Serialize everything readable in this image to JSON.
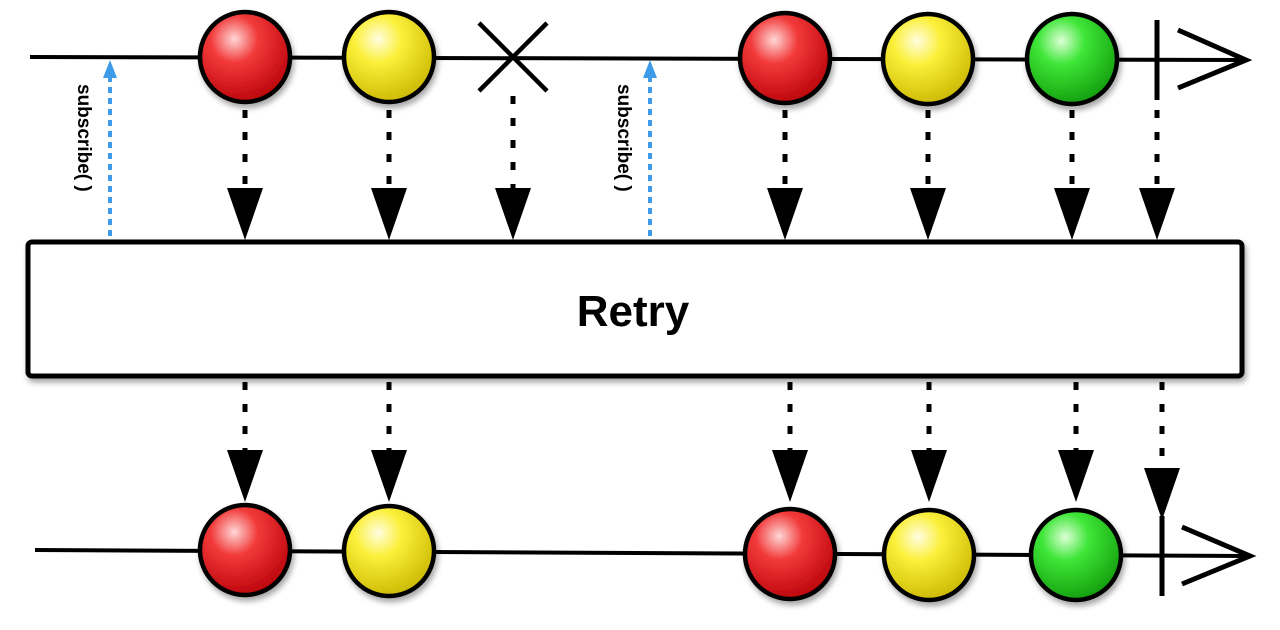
{
  "operator": {
    "label": "Retry"
  },
  "subscribe_label": "subscribe( )",
  "colors": {
    "red": "#e8141b",
    "yellow": "#f5e81e",
    "green": "#27d21f",
    "subscribe_arrow": "#3d9ae8",
    "line": "#000000",
    "box_fill": "#ffffff"
  },
  "source_timeline": {
    "events": [
      {
        "kind": "subscribe"
      },
      {
        "kind": "item",
        "color": "red"
      },
      {
        "kind": "item",
        "color": "yellow"
      },
      {
        "kind": "error"
      },
      {
        "kind": "subscribe"
      },
      {
        "kind": "item",
        "color": "red"
      },
      {
        "kind": "item",
        "color": "yellow"
      },
      {
        "kind": "item",
        "color": "green"
      },
      {
        "kind": "complete"
      }
    ]
  },
  "result_timeline": {
    "events": [
      {
        "kind": "item",
        "color": "red"
      },
      {
        "kind": "item",
        "color": "yellow"
      },
      {
        "kind": "item",
        "color": "red"
      },
      {
        "kind": "item",
        "color": "yellow"
      },
      {
        "kind": "item",
        "color": "green"
      },
      {
        "kind": "complete"
      }
    ]
  }
}
